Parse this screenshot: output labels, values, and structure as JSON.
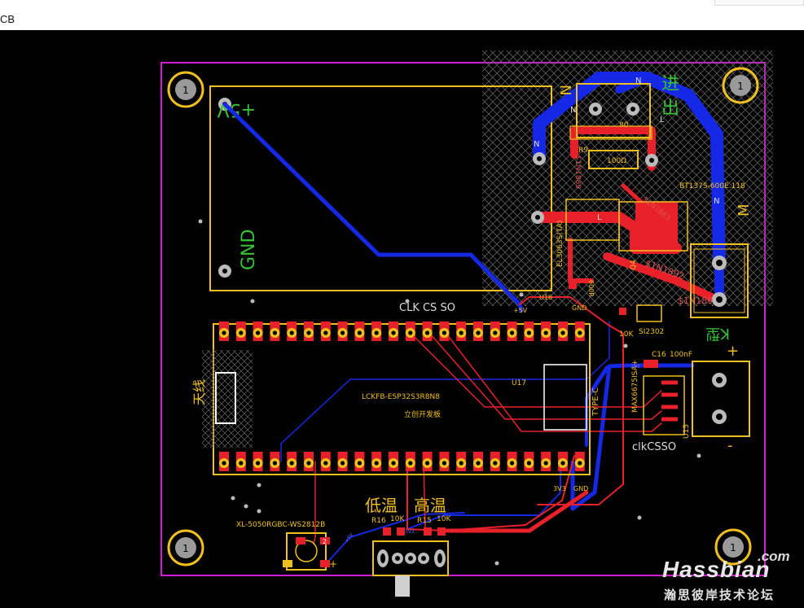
{
  "window": {
    "title": "CB"
  },
  "pcb": {
    "mount_label": "1",
    "power_block": {
      "plus": "+5V",
      "gnd": "GND",
      "trace_label": "+5V"
    },
    "mains": {
      "n_label": "N",
      "l_label": "L",
      "in_label": "进",
      "out_label": "出",
      "n_mark": "N",
      "m_mark": "M",
      "r9": "R9",
      "r9_value": "100Ω",
      "triac": "BT137S-600E.118",
      "optocoupler": "EL3063S(TA)",
      "diode": "$1N1889",
      "diode2": "$1N1883",
      "diode3": "$1N1892",
      "diode4": "$1N189",
      "res_600r": "600R",
      "u16": "U16",
      "q4": "Q4",
      "vcc_label": "+5V",
      "gnd_label": "GND",
      "zero": "80"
    },
    "esp": {
      "name": "LCKFB-ESP32S3R8N8",
      "cn_name": "立创开发板",
      "ref": "U17",
      "antenna": "天线",
      "pin_top_labels": "CLK CS SO",
      "pin_3v3": "3V3",
      "pin_gnd": "GND",
      "usb": "TYPE-C"
    },
    "transistor": {
      "r_value": "10K",
      "mosfet": "SI2302"
    },
    "max": {
      "cap": "C16",
      "cap_value": "100nF",
      "chip": "MAX6675ISA+",
      "ref": "U15",
      "pins": "clkCSSO",
      "terminal_label": "K型",
      "plus": "+",
      "minus": "-",
      "net_3v3": "3V3"
    },
    "led": {
      "name": "XL-5050RGBC-WS2812B",
      "pin": "2",
      "plus": "+",
      "net": "+5V"
    },
    "temp": {
      "low": "低温",
      "high": "高温",
      "r16": "R16",
      "r15": "R15",
      "r_value": "10K",
      "net": "3V3"
    }
  },
  "brand": {
    "name": "Hassbian",
    "domain": ".com",
    "subtitle": "瀚思彼岸技术论坛"
  },
  "colors": {
    "outline": "#d21bd2",
    "silk": "#f0c020",
    "top_copper": "#e8202a",
    "bottom_copper": "#1428e6",
    "hatch": "#6a6a6a"
  }
}
